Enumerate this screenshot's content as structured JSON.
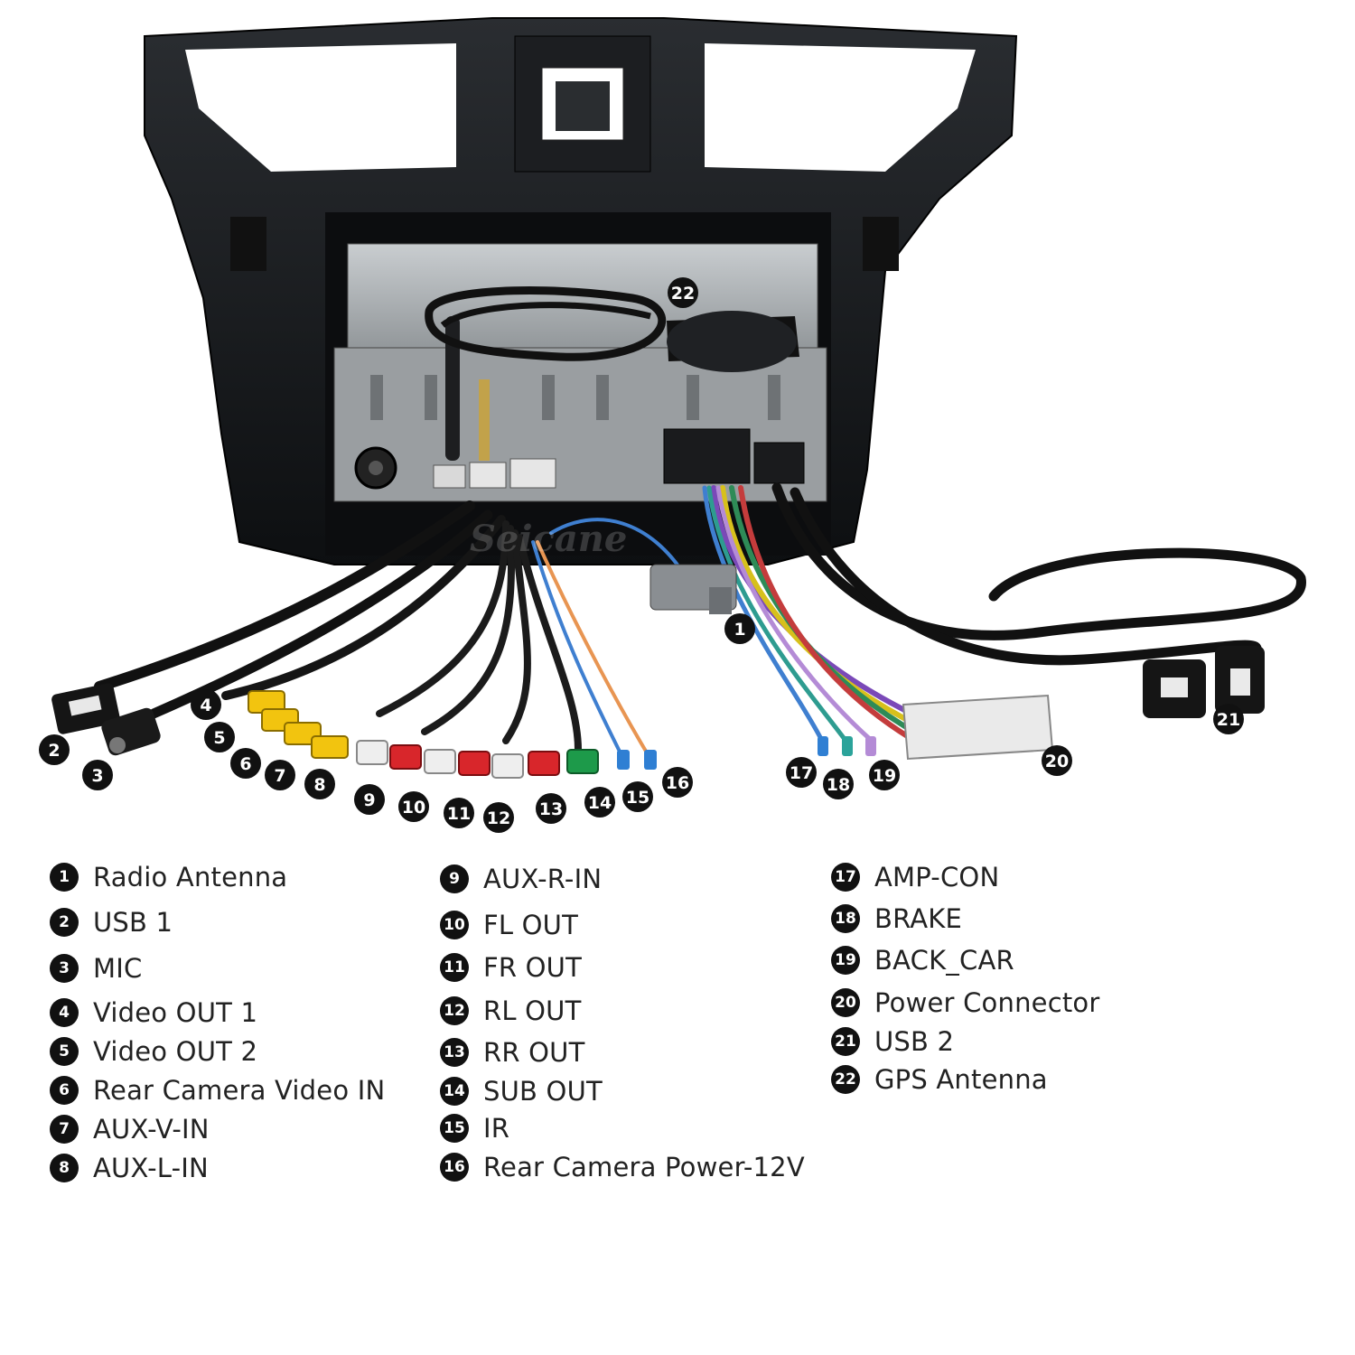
{
  "watermark": "Seicane",
  "legend": {
    "column1": [
      {
        "n": "1",
        "label": "Radio Antenna"
      },
      {
        "n": "2",
        "label": "USB 1"
      },
      {
        "n": "3",
        "label": "MIC"
      },
      {
        "n": "4",
        "label": "Video OUT 1"
      },
      {
        "n": "5",
        "label": "Video OUT 2"
      },
      {
        "n": "6",
        "label": "Rear Camera Video IN"
      },
      {
        "n": "7",
        "label": "AUX-V-IN"
      },
      {
        "n": "8",
        "label": "AUX-L-IN"
      }
    ],
    "column2": [
      {
        "n": "9",
        "label": "AUX-R-IN"
      },
      {
        "n": "10",
        "label": "FL OUT"
      },
      {
        "n": "11",
        "label": "FR OUT"
      },
      {
        "n": "12",
        "label": "RL OUT"
      },
      {
        "n": "13",
        "label": "RR OUT"
      },
      {
        "n": "14",
        "label": "SUB OUT"
      },
      {
        "n": "15",
        "label": "IR"
      },
      {
        "n": "16",
        "label": "Rear Camera Power-12V"
      }
    ],
    "column3": [
      {
        "n": "17",
        "label": "AMP-CON"
      },
      {
        "n": "18",
        "label": "BRAKE"
      },
      {
        "n": "19",
        "label": "BACK_CAR"
      },
      {
        "n": "20",
        "label": "Power Connector"
      },
      {
        "n": "21",
        "label": "USB 2"
      },
      {
        "n": "22",
        "label": "GPS Antenna"
      }
    ]
  },
  "callouts": [
    "1",
    "2",
    "3",
    "4",
    "5",
    "6",
    "7",
    "8",
    "9",
    "10",
    "11",
    "12",
    "13",
    "14",
    "15",
    "16",
    "17",
    "18",
    "19",
    "20",
    "21",
    "22"
  ]
}
